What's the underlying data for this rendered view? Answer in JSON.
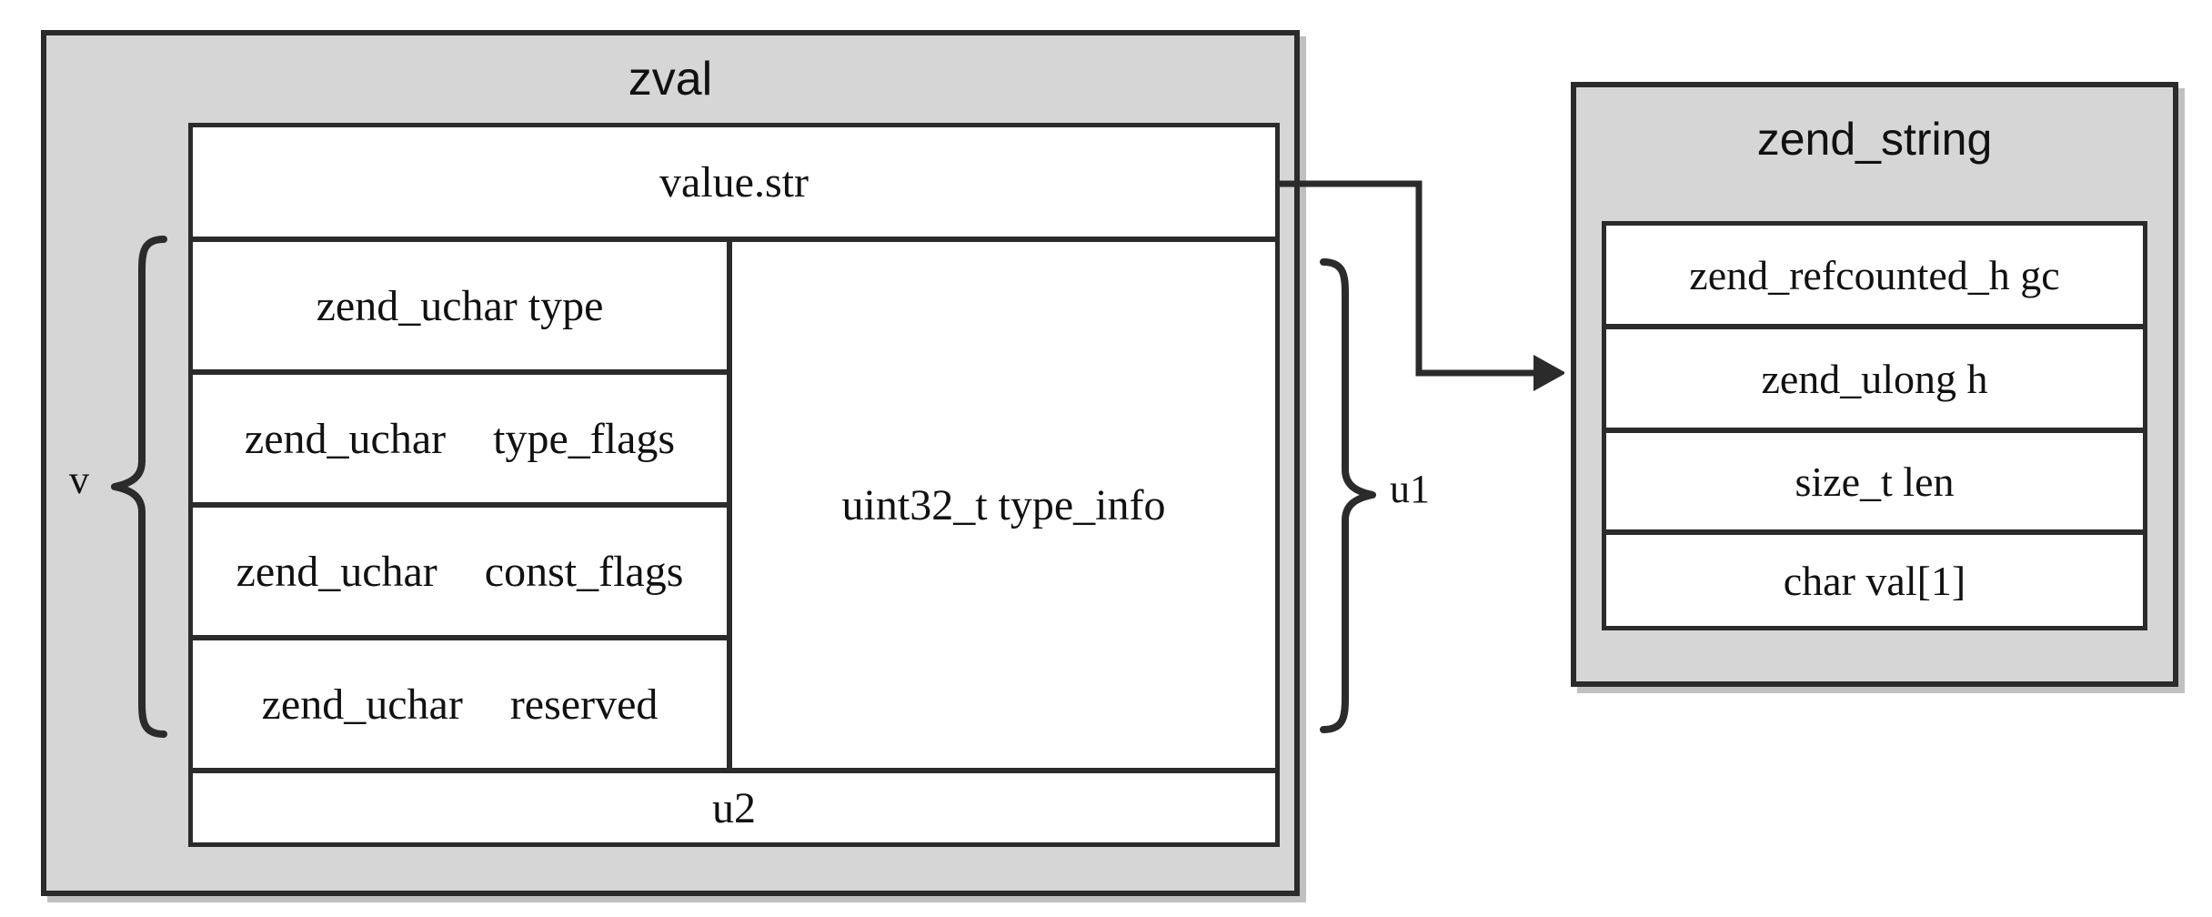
{
  "diagram": {
    "type": "struct-layout-diagram",
    "colors": {
      "box_fill": "#d6d6d6",
      "field_fill": "#ffffff",
      "stroke": "#2b2b2b",
      "page_bg": "#ffffff"
    }
  },
  "zval": {
    "title": "zval",
    "value_row": {
      "label": "value.str"
    },
    "type_rows": [
      {
        "type": "zend_uchar",
        "name": "type",
        "joined": "zend_uchar type",
        "split": false
      },
      {
        "type": "zend_uchar",
        "name": "type_flags",
        "joined": "zend_uchar type_flags",
        "split": true
      },
      {
        "type": "zend_uchar",
        "name": "const_flags",
        "joined": "zend_uchar const_flags",
        "split": true
      },
      {
        "type": "zend_uchar",
        "name": "reserved",
        "joined": "zend_uchar reserved",
        "split": true
      }
    ],
    "type_info_row": {
      "label": "uint32_t type_info"
    },
    "u2_row": {
      "label": "u2"
    },
    "left_brace_label": "v",
    "right_brace_label": "u1"
  },
  "zend_string": {
    "title": "zend_string",
    "rows": [
      {
        "label": "zend_refcounted_h gc"
      },
      {
        "label": "zend_ulong h"
      },
      {
        "label": "size_t len"
      },
      {
        "label": "char val[1]"
      }
    ]
  },
  "connector": {
    "from": "value.str",
    "to": "zend_string",
    "arrow": "pointer-arrow"
  }
}
